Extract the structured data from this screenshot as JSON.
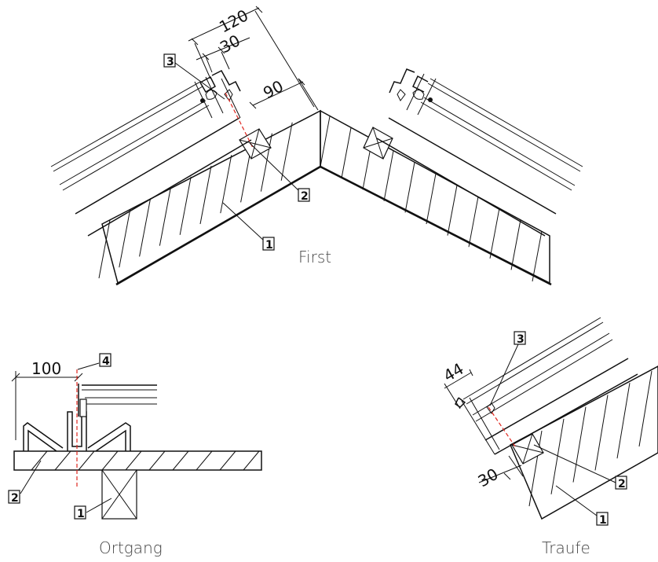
{
  "captions": {
    "first": "First",
    "ortgang": "Ortgang",
    "traufe": "Traufe"
  },
  "dimensions": {
    "first_120": "120",
    "first_30": "30",
    "first_90": "90",
    "ortgang_100": "100",
    "traufe_44": "44",
    "traufe_30": "30"
  },
  "tags": {
    "first_1": "1",
    "first_2": "2",
    "first_3": "3",
    "ortgang_1": "1",
    "ortgang_2": "2",
    "ortgang_4": "4",
    "traufe_1": "1",
    "traufe_2": "2",
    "traufe_3": "3"
  },
  "colors": {
    "line": "#111111",
    "marker": "#e0271f",
    "caption": "#444444"
  }
}
